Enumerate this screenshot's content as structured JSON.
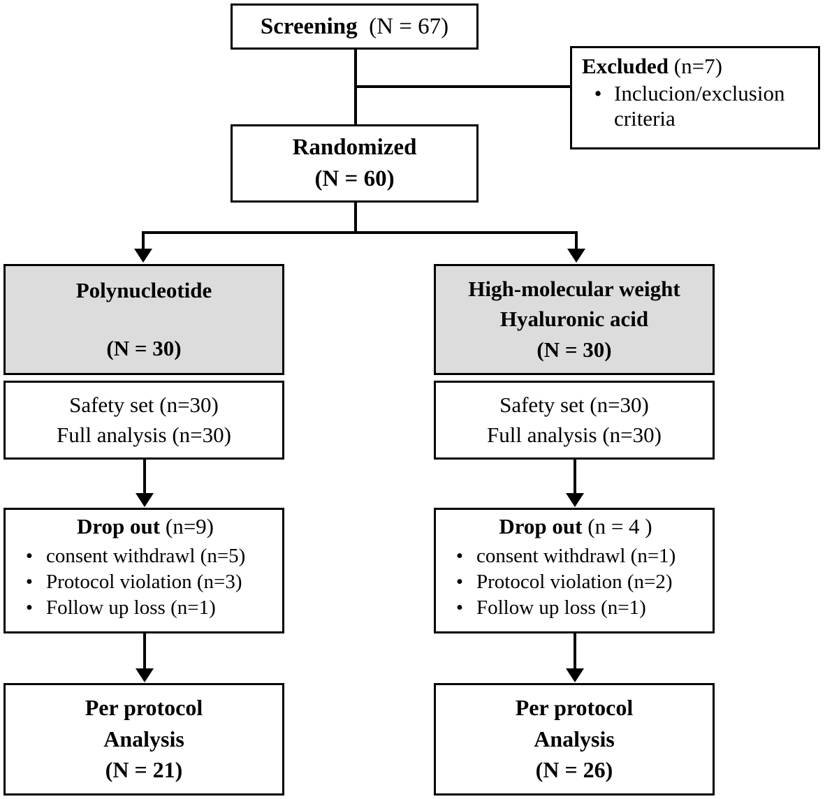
{
  "diagram": {
    "type": "consort-flow-diagram",
    "title": "CONSORT participant flow diagram",
    "colors": {
      "line": "#000000",
      "box_border": "#000000",
      "box_fill": "#ffffff",
      "shaded_fill": "#dcdcdc"
    },
    "nodes": {
      "screening": {
        "bold_label": "Screening",
        "count_label": "(N = 67)",
        "shaded": false
      },
      "excluded": {
        "bold_label": "Excluded",
        "count_label": "(n=7)",
        "bullets": [
          "Inclucion/exclusion criteria"
        ],
        "bullet_glyph": "•",
        "shaded": false
      },
      "randomized": {
        "line1": "Randomized",
        "line2": "(N = 60)",
        "shaded": false
      },
      "arm_left": {
        "line1": "Polynucleotide",
        "line2": "(N = 30)",
        "shaded": true
      },
      "arm_right": {
        "line1": "High-molecular weight",
        "line2": "Hyaluronic acid",
        "line3": "(N = 30)",
        "shaded": true
      },
      "analysis_sets_left": {
        "line1": "Safety set (n=30)",
        "line2": "Full analysis (n=30)",
        "shaded": false
      },
      "analysis_sets_right": {
        "line1": "Safety set (n=30)",
        "line2": "Full analysis (n=30)",
        "shaded": false
      },
      "dropout_left": {
        "bold_label": "Drop out",
        "count_label": "(n=9)",
        "bullet_glyph": "•",
        "bullets": [
          "consent withdrawl (n=5)",
          "Protocol violation (n=3)",
          "Follow up loss (n=1)"
        ]
      },
      "dropout_right": {
        "bold_label": "Drop out",
        "count_label": "(n = 4 )",
        "bullet_glyph": "•",
        "bullets": [
          "consent withdrawl (n=1)",
          "Protocol violation (n=2)",
          "Follow up loss (n=1)"
        ]
      },
      "per_protocol_left": {
        "line1": "Per protocol",
        "line2": "Analysis",
        "line3": "(N = 21)"
      },
      "per_protocol_right": {
        "line1": "Per protocol",
        "line2": "Analysis",
        "line3": "(N = 26)"
      }
    }
  }
}
